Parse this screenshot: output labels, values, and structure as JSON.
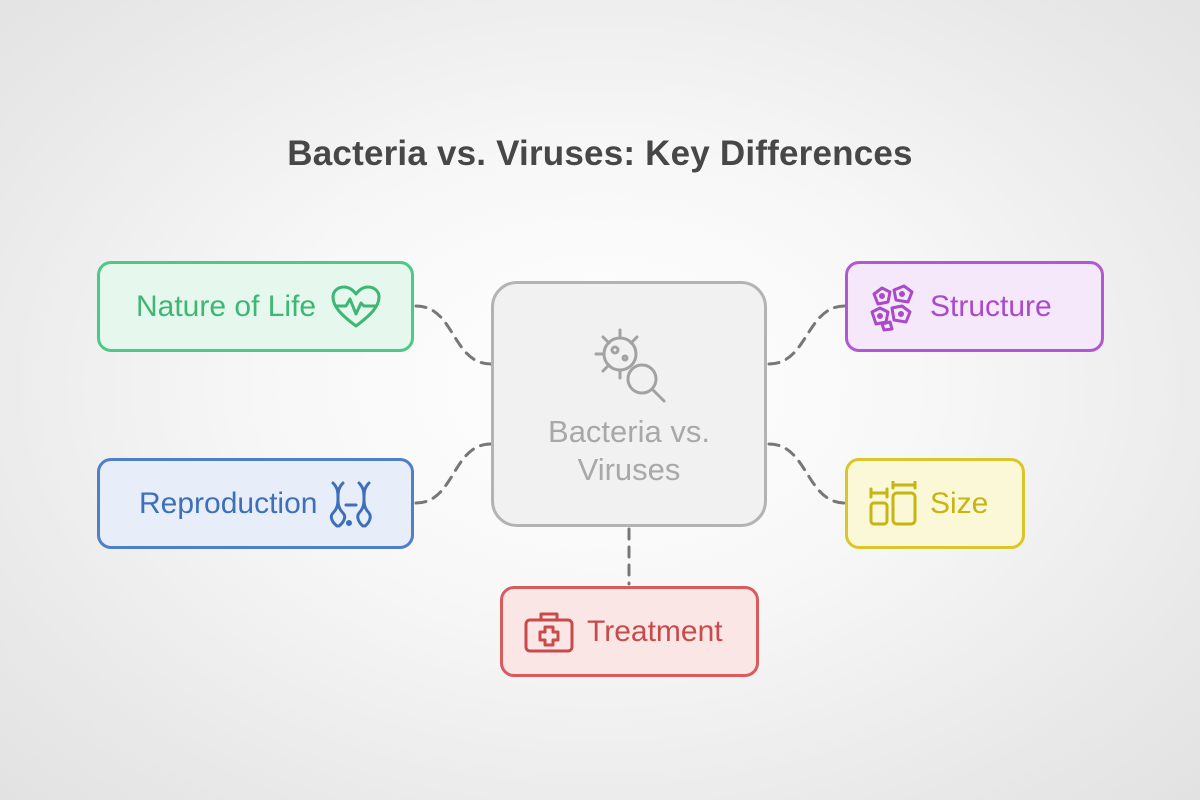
{
  "title": "Bacteria vs. Viruses: Key Differences",
  "center": {
    "label_line1": "Bacteria vs.",
    "label_line2": "Viruses",
    "icon": "bacteria-magnifier-icon"
  },
  "nodes": {
    "nature_of_life": {
      "label": "Nature of Life",
      "icon": "heartbeat-icon",
      "color": "#4cc985"
    },
    "reproduction": {
      "label": "Reproduction",
      "icon": "dna-division-icon",
      "color": "#4f7fc7"
    },
    "treatment": {
      "label": "Treatment",
      "icon": "first-aid-kit-icon",
      "color": "#d95b5b"
    },
    "structure": {
      "label": "Structure",
      "icon": "cells-icon",
      "color": "#b257d4"
    },
    "size": {
      "label": "Size",
      "icon": "size-comparison-icon",
      "color": "#d9c72a"
    }
  }
}
